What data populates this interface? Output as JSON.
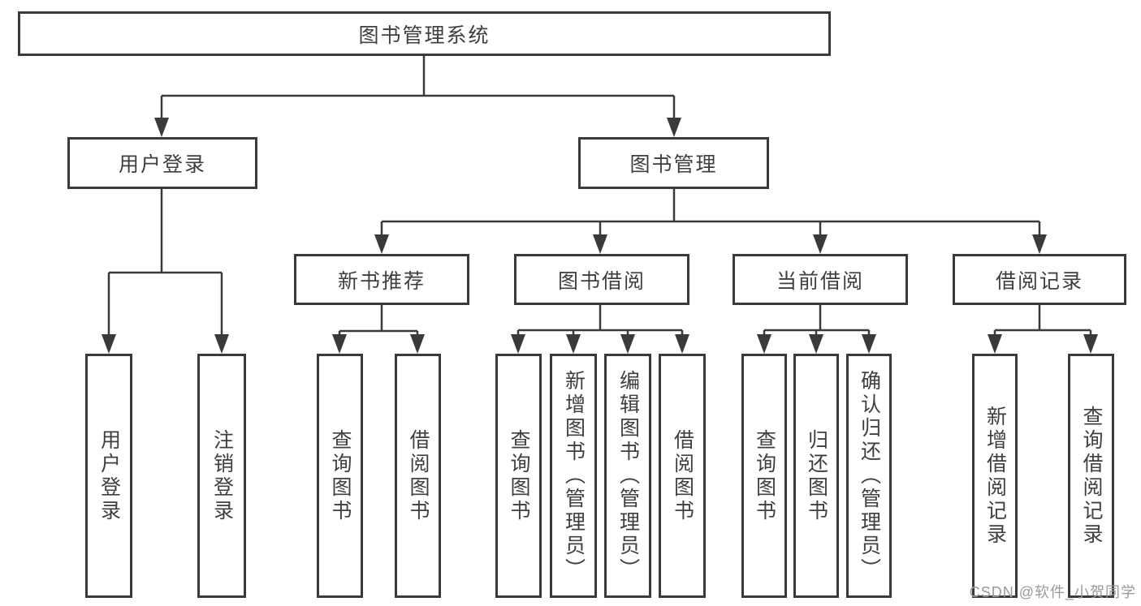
{
  "watermark": "CSDN @软件_小贺同学",
  "nodes": {
    "system": "图书管理系统",
    "user_login": "用户登录",
    "book_management": "图书管理",
    "new_book_recommendation": "新书推荐",
    "book_borrowing": "图书借阅",
    "current_borrowing": "当前借阅",
    "borrowing_records": "借阅记录",
    "login": "用户登录",
    "logout": "注销登录",
    "rec_query_books": "查询图书",
    "rec_borrow_books": "借阅图书",
    "bor_query_books": "查询图书",
    "bor_add_books_admin": "新增图书（管理员）",
    "bor_edit_books_admin": "编辑图书（管理员）",
    "bor_borrow_books": "借阅图书",
    "cur_query_books": "查询图书",
    "cur_return_books": "归还图书",
    "cur_confirm_return_admin": "确认归还（管理员）",
    "log_add_borrow_record": "新增借阅记录",
    "log_query_borrow_record": "查询借阅记录"
  }
}
